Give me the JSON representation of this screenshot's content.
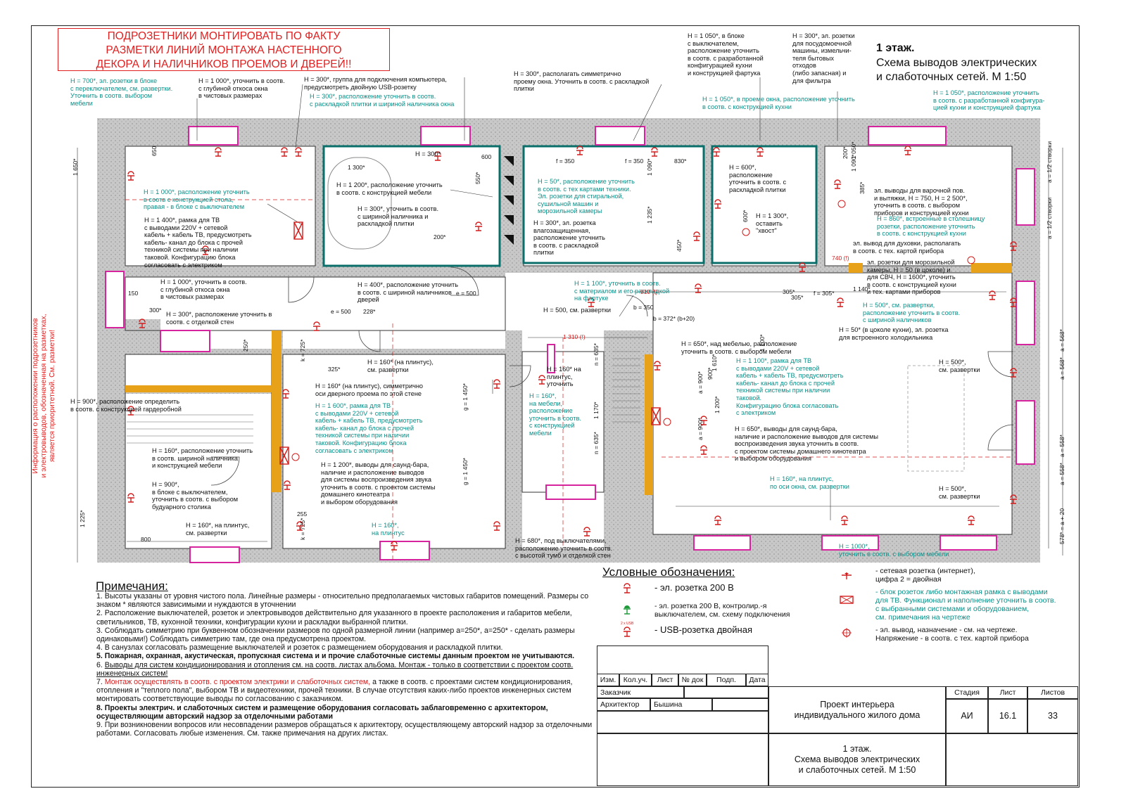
{
  "warning": {
    "line1": "ПОДРОЗЕТНИКИ МОНТИРОВАТЬ ПО ФАКТУ",
    "line2": "РАЗМЕТКИ ЛИНИЙ МОНТАЖА НАСТЕННОГО",
    "line3": "ДЕКОРА И НАЛИЧНИКОВ ПРОЕМОВ И ДВЕРЕЙ!!"
  },
  "side_note": "Информация о расположении подрозетников\nи электровыводов, обозначенная на разметках,\nявляется приоритетной. См. разметки!",
  "sheet_title": {
    "line1": "1 этаж.",
    "line2": "Схема выводов электрических",
    "line3": "и слаботочных сетей. М 1:50"
  },
  "annotations": [
    {
      "id": "a1",
      "color": "teal",
      "text": "H = 700*, эл. розетки в блоке\nс переключателем, см. развертки.\nУточнить в соотв. выбором\nмебели"
    },
    {
      "id": "a2",
      "color": "black",
      "text": "H = 1 000*, уточнить в соотв.\nс глубиной откоса окна\nв чистовых размерах"
    },
    {
      "id": "a3",
      "color": "black",
      "text": "H = 300*, группа для подключения компьютера,\nпредусмотреть двойную USB-розетку"
    },
    {
      "id": "a4",
      "color": "teal",
      "text": "H = 300*, расположение уточнить в соотв.\nс раскладкой плитки и шириной наличника окна"
    },
    {
      "id": "a5",
      "color": "black",
      "text": "H = 300*, располагать симметрично\nпроему окна. Уточнить в соотв. с раскладкой\nплитки"
    },
    {
      "id": "a6",
      "color": "black",
      "text": "H = 1 050*, в блоке\nс выключателем,\nрасположение уточнить\nв соотв. с разработанной\nконфигурацией кухни\nи конструкцией фартука"
    },
    {
      "id": "a7",
      "color": "black",
      "text": "H = 300*, эл. розетки\nдля посудомоечной\nмашины, измельчи-\nтеля бытовых\nотходов\n(либо запасная) и\nдля фильтра"
    },
    {
      "id": "a8",
      "color": "teal",
      "text": "H = 1 050*, в проеме окна, расположение уточнить\nв соотв. с конструкцией кухни"
    },
    {
      "id": "a9",
      "color": "teal",
      "text": "H = 1 050*, расположение уточнить\nв соотв. с разработанной конфигура-\nцией кухни и конструкцией фартука"
    },
    {
      "id": "a10",
      "color": "teal",
      "text": "H = 1 000*, расположение уточнить\nв соотв с конструкцией стола,\nправая - в блоке с выключателем"
    },
    {
      "id": "a11",
      "color": "black",
      "text": "H = 1 400*, рамка для ТВ\nс выводами 220V + сетевой\nкабель + кабель ТВ, предусмотреть\nкабель- канал до блока с прочей\nтехникой системы при наличии\nтаковой. Конфигурацию блока\nсогласовать с электриком"
    },
    {
      "id": "a12",
      "color": "black",
      "text": "H = 300*"
    },
    {
      "id": "a13",
      "color": "black",
      "text": "H = 1 200*, расположение уточнить\nв соотв. с конструкцией мебели"
    },
    {
      "id": "a14",
      "color": "black",
      "text": "H = 300*, уточнить в соотв.\nс шириной наличника и\nраскладкой плитки"
    },
    {
      "id": "a15",
      "color": "teal",
      "text": "H = 50*, расположение уточнить\nв соотв. с тех картами техники.\nЭл. розетки для стиральной,\nсушильной машин и\nморозильной камеры"
    },
    {
      "id": "a16",
      "color": "black",
      "text": "H = 300*, эл. розетка\nвлагозащищенная,\nрасположение уточнить\nв соотв. с раскладкой\nплитки"
    },
    {
      "id": "a17",
      "color": "black",
      "text": "H = 600*,\nрасположение\nуточнить в соотв. с\nраскладкой плитки"
    },
    {
      "id": "a18",
      "color": "black",
      "text": "H = 1 300*,\nоставить\n\"хвост\""
    },
    {
      "id": "a19",
      "color": "black",
      "text": "эл. выводы для варочной пов.\nи вытяжки, H = 750, H = 2 500*,\nуточнить в соотв. с выбором\nприборов и конструкцией кухни"
    },
    {
      "id": "a20",
      "color": "teal",
      "text": "H = 860*, встроенные в столешницу\nрозетки, расположение уточнить\nв соотв. с конструкцией кухни"
    },
    {
      "id": "a21",
      "color": "black",
      "text": "эл. вывод для духовки, располагать\nв соотв. с тех. картой прибора"
    },
    {
      "id": "a22",
      "color": "black",
      "text": "эл. розетки для морозильной\nкамеры, H = 50 (в цоколе) и\nдля СВЧ, H = 1600*, уточнить\nв соотв. с конструкцией кухни\nи тех. картами приборов"
    },
    {
      "id": "a23",
      "color": "teal",
      "text": "H = 500*, см. развертки,\nрасположение уточнить в соотв.\nс шириной наличников"
    },
    {
      "id": "a24",
      "color": "black",
      "text": "H = 50* (в цоколе кухни), эл. розетка\nдля встроенного холодильника"
    },
    {
      "id": "a25",
      "color": "black",
      "text": "H = 1 000*, уточнить в соотв.\nс глубиной откоса окна\nв чистовых размерах"
    },
    {
      "id": "a26",
      "color": "black",
      "text": "H = 400*, расположение уточнить\nв соотв. с шириной наличников\nдверей"
    },
    {
      "id": "a27",
      "color": "teal",
      "text": "H = 1 100*, уточнить в соотв.\nс материалом и его раскладкой\nна фартуке"
    },
    {
      "id": "a28",
      "color": "black",
      "text": "H = 300*, расположение уточнить в\nсоотв. с отделкой стен"
    },
    {
      "id": "a29",
      "color": "black",
      "text": "H = 500, см. развертки"
    },
    {
      "id": "a30",
      "color": "black",
      "text": "H = 650*, над мебелью, расположение\nуточнить в соотв. с выбором мебели"
    },
    {
      "id": "a31",
      "color": "teal",
      "text": "H = 1 100*, рамка для ТВ\nс выводами 220V + сетевой\nкабель + кабель ТВ, предусмотреть\nкабель- канал до блока с прочей\nтехникой системы при наличии\nтаковой.\nКонфигурацию блока согласовать\nс электриком"
    },
    {
      "id": "a32",
      "color": "black",
      "text": "H = 650*, выводы для саунд-бара,\nналичие и расположение выводов для системы\nвоспроизведения звука уточнить в соотв.\nс проектом системы домашнего кинотеатра\nи выбором оборудования"
    },
    {
      "id": "a33",
      "color": "black",
      "text": "H = 500*,\nсм. развертки"
    },
    {
      "id": "a34",
      "color": "black",
      "text": "H = 160* (на плинтус),\nсм. развертки"
    },
    {
      "id": "a35",
      "color": "black",
      "text": "H = 160* (на плинтус), симметрично\nоси дверного проема по этой стене"
    },
    {
      "id": "a36",
      "color": "teal",
      "text": "H = 1 600*, рамка для ТВ\nс выводами 220V + сетевой\nкабель + кабель ТВ, предусмотреть\nкабель- канал до блока с прочей\nтехникой системы при наличии\nтаковой. Конфигурацию блока\nсогласовать с электриком"
    },
    {
      "id": "a37",
      "color": "black",
      "text": "H = 160* на\nплинтус,\nуточнить"
    },
    {
      "id": "a38",
      "color": "teal",
      "text": "H = 160*,\nна мебели,\nрасположение\nуточнить в соотв.\nс конструкцией\nмебели"
    },
    {
      "id": "a39",
      "color": "black",
      "text": "H = 900*, расположение определить\nв соотв. с конструкцией гардеробной"
    },
    {
      "id": "a40",
      "color": "black",
      "text": "H = 160*, расположение уточнить\nв соотв. шириной наличника\nи конструкцией мебели"
    },
    {
      "id": "a41",
      "color": "black",
      "text": "H = 900*,\nв блоке с выключателем,\nуточнить в соотв. с выбором\nбудуарного столика"
    },
    {
      "id": "a42",
      "color": "black",
      "text": "H = 1 200*, выводы для саунд-бара,\nналичие и расположение выводов\nдля системы воспроизведения звука\nуточнить в соотв. с проектом системы\nдомашнего кинотеатра\nи выбором оборудования"
    },
    {
      "id": "a43",
      "color": "teal",
      "text": "H = 160*, на плинтус,\nпо оси окна, см. развертки"
    },
    {
      "id": "a44",
      "color": "black",
      "text": "H = 500*,\nсм. развертки"
    },
    {
      "id": "a45",
      "color": "black",
      "text": "H = 160*, на плинтус,\nсм. развертки"
    },
    {
      "id": "a46",
      "color": "teal",
      "text": "H = 160*,\nна плинтус"
    },
    {
      "id": "a47",
      "color": "black",
      "text": "H = 680*, под выключателями,\nрасположение уточнить в соотв.\nс высотой тумб и отделкой стен"
    },
    {
      "id": "a48",
      "color": "teal",
      "text": "H = 1000*,\nуточнить в соотв. с выбором мебели"
    }
  ],
  "dimensions": [
    "1 650*",
    "650",
    "1 300*",
    "600",
    "550*",
    "200*",
    "f = 350",
    "f = 350",
    "830*",
    "1 090*",
    "1 235*",
    "450*",
    "600*",
    "1 050*",
    "200*",
    "385*",
    "900*",
    "150",
    "300*",
    "1 310 (!)",
    "910 (!)",
    "305*",
    "305*",
    "1 100*",
    "b = 350",
    "b = 372* (b+20)",
    "e = 500",
    "e = 500",
    "228*",
    "k = 725*",
    "k = 725*",
    "325*",
    "g = 1 450*",
    "g = 1 450*",
    "1 170*",
    "n = 635*",
    "n = 635*",
    "1 225*",
    "800",
    "255",
    "a = 1/2 створки",
    "a = 1/2 створки",
    "a = 568*",
    "a = 568*",
    "a = 558*",
    "a = 558*",
    "578* = a + 20",
    "a = 900*",
    "a = 900*",
    "740 (!)",
    "1 610*",
    "1 200*",
    "250*",
    "f = 305*",
    "1 140*",
    "1 090*"
  ],
  "notes": {
    "title": "Примечания:",
    "items": [
      {
        "n": "1.",
        "text": "Высоты указаны от уровня чистого пола. Линейные размеры - относительно предполагаемых чистовых габаритов помещений. Размеры со знаком * являются зависимыми и нуждаются в уточнении"
      },
      {
        "n": "2.",
        "text": "Расположение выключателей, розеток и электровыводов действительно для указанного в проекте расположения и габаритов мебели, светильников, ТВ, кухонной техники, конфигурации кухни и раскладки выбранной плитки."
      },
      {
        "n": "3.",
        "text": "Соблюдать симметрию при буквенном обозначении размеров по одной размерной линии (например а=250*, а=250* - сделать размеры одинаковыми!) Соблюдать симметрию там, где она предусмотрена проектом."
      },
      {
        "n": "4.",
        "text": "В санузлах согласовать размещение выключателей и розеток с размещением оборудования и раскладкой плитки."
      },
      {
        "n": "5.",
        "text": "Пожарная, охранная, акустическая, пропускная система и и прочие слаботочные системы данным проектом не учитываются."
      },
      {
        "n": "6.",
        "text": "Выводы для систем кондиционирования и отопления см. на соотв. листах альбома. Монтаж - только в соответствии с проектом соотв. инженерных систем!"
      },
      {
        "n": "7.",
        "text_red": "Монтаж осуществлять в соотв. с проектом электрики и слаботочных систем,",
        "text": " а также в соотв. с проектами систем кондиционирования, отопления и \"теплого пола\", выбором ТВ и видеотехники, прочей техники. В случае отсутствия каких-либо проектов инженерных систем монтировать соответствующие выводы по согласованию с заказчиком."
      },
      {
        "n": "8.",
        "text": "Проекты электрич. и слаботочных систем и размещение оборудования согласовать заблаговременно с архитектором, осуществляющим авторский надзор за отделочными работами"
      },
      {
        "n": "9.",
        "text": "При возникновении вопросов или несовпадении размеров обращаться к архитектору, осуществляющему авторский надзор за отделочными работами. Согласовать любые изменения. См. также примечания на других листах."
      }
    ]
  },
  "legend": {
    "title": "Условные обозначения:",
    "items": [
      {
        "icon": "socket-icon",
        "color": "#d41c1c",
        "text": "- эл. розетка 200 В"
      },
      {
        "icon": "controlled-socket-icon",
        "color": "#1f9a3a",
        "text": "- эл. розетка 200 В, контролир.-я\nвыключателем, см. схему подключения"
      },
      {
        "icon": "usb-socket-icon",
        "color": "#d41c1c",
        "icon_label": "2 x USB",
        "text": "- USB-розетка двойная"
      },
      {
        "icon": "network-socket-icon",
        "color": "#d41c1c",
        "text": "- сетевая розетка (интернет),\nцифра 2 = двойная"
      },
      {
        "icon": "tv-frame-icon",
        "color": "#d41c1c",
        "text": "- блок розеток либо монтажная рамка с выводами\nдля ТВ. Функционал и наполнение уточнить в соотв.\nс выбранными системами и оборудованием,\nсм. примечания на чертеже",
        "teal": true
      },
      {
        "icon": "outlet-point-icon",
        "color": "#d41c1c",
        "text": "- эл. вывод, назначение - см. на чертеже.\nНапряжение - в соотв. с тех. картой прибора"
      }
    ]
  },
  "stamp": {
    "headers": [
      "Изм.",
      "Кол.уч.",
      "Лист",
      "№ док",
      "Подп.",
      "Дата"
    ],
    "customer_label": "Заказчик",
    "architect_label": "Архитектор",
    "architect_name": "Бышина",
    "project_line1": "Проект интерьера",
    "project_line2": "индивидуального жилого дома",
    "stage_label": "Стадия",
    "sheet_label": "Лист",
    "sheets_label": "Листов",
    "stage": "АИ",
    "sheet": "16.1",
    "sheets": "33",
    "drawing_line1": "1 этаж.",
    "drawing_line2": "Схема выводов электрических",
    "drawing_line3": "и слаботочных сетей. М 1:50"
  },
  "colors": {
    "wall": "#bdbdbd",
    "red": "#d41c1c",
    "teal": "#0a8f88",
    "magenta": "#d6249f",
    "orange": "#e8a21a",
    "green": "#1f9a3a"
  }
}
